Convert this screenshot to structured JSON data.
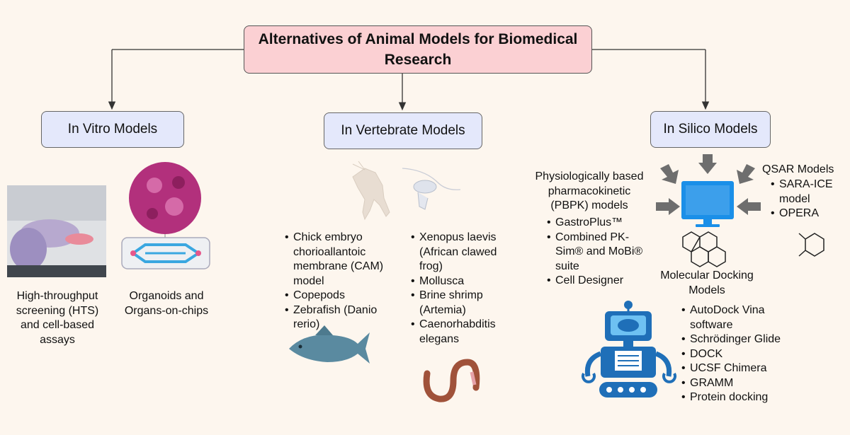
{
  "title": "Alternatives of Animal Models for Biomedical Research",
  "categories": {
    "in_vitro": "In Vitro Models",
    "vertebrate": "In Vertebrate Models",
    "in_silico": "In Silico Models"
  },
  "in_vitro": {
    "hts": "High-throughput screening (HTS) and cell-based assays",
    "organoids": "Organoids and Organs-on-chips"
  },
  "vertebrate": {
    "left_list": [
      "Chick embryo chorioallantoic membrane (CAM) model",
      "Copepods",
      "Zebrafish (Danio rerio)"
    ],
    "right_list": [
      "Xenopus laevis (African clawed frog)",
      "Mollusca",
      "Brine shrimp (Artemia)",
      "Caenorhabditis elegans"
    ]
  },
  "in_silico": {
    "pbpk_heading": "Physiologically based pharmacokinetic (PBPK) models",
    "pbpk_list": [
      "GastroPlus™",
      "Combined PK-Sim® and MoBi® suite",
      "Cell Designer"
    ],
    "qsar_heading": "QSAR Models",
    "qsar_list": [
      "SARA-ICE model",
      "OPERA"
    ],
    "docking_heading": "Molecular Docking Models",
    "docking_list": [
      "AutoDock Vina software",
      "Schrödinger Glide",
      "DOCK",
      "UCSF Chimera",
      "GRAMM",
      "Protein docking"
    ]
  },
  "colors": {
    "background": "#fdf6ee",
    "title_box": "#fbd0d3",
    "category_box": "#e4e8fb",
    "monitor": "#1a8fe8",
    "arrow": "#6e6e6e",
    "fish": "#5a8aa0",
    "worm": "#a0523a"
  },
  "icons": [
    "lab-hand-icon",
    "organoid-icon",
    "organ-chip-icon",
    "shrimp-icon",
    "copepod-icon",
    "fish-icon",
    "worm-icon",
    "monitor-icon",
    "molecule-icon",
    "robot-icon"
  ]
}
